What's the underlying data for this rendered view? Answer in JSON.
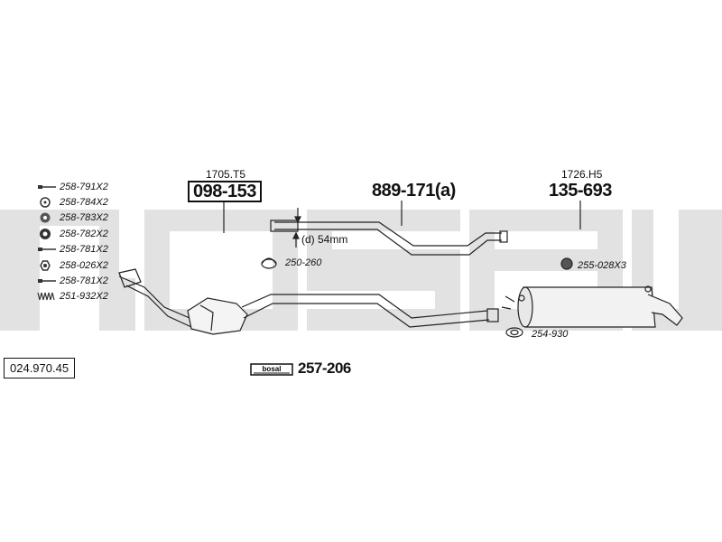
{
  "catalog_number": "024.970.45",
  "assemblies": [
    {
      "ref": "1705.T5",
      "part": "098-153"
    },
    {
      "ref": "",
      "part": "889-171(a)"
    },
    {
      "ref": "1726.H5",
      "part": "135-693"
    }
  ],
  "pipe_note": "(d) 54mm",
  "hardware": [
    {
      "icon": "bolt-icon",
      "part": "258-791X2"
    },
    {
      "icon": "washer-icon",
      "part": "258-784X2"
    },
    {
      "icon": "nut-icon",
      "part": "258-783X2"
    },
    {
      "icon": "flange-nut-icon",
      "part": "258-782X2"
    },
    {
      "icon": "bolt-icon",
      "part": "258-781X2"
    },
    {
      "icon": "hex-nut-icon",
      "part": "258-026X2"
    },
    {
      "icon": "bolt-icon",
      "part": "258-781X2"
    },
    {
      "icon": "spring-icon",
      "part": "251-932X2"
    }
  ],
  "clamps": [
    {
      "icon": "clamp-icon",
      "part": "250-260"
    },
    {
      "icon": "rubber-mount-icon",
      "part": "255-028X3"
    },
    {
      "icon": "gasket-icon",
      "part": "254-930"
    }
  ],
  "kit": {
    "logo_text": "bosal",
    "part": "257-206"
  },
  "watermark": "bosal"
}
